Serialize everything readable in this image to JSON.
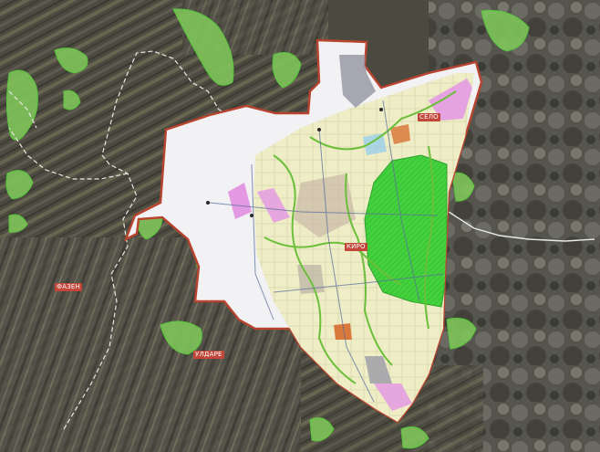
{
  "map": {
    "kind": "satellite-land-use-plan",
    "colors": {
      "satellite_base": "#4a4a40",
      "satellite_field_dark": "#3b3a33",
      "satellite_field_light": "#6d6a5c",
      "vegetation": "#7fc45a",
      "vegetation_outline": "#56d23a",
      "plan_boundary": "#b8432e",
      "plan_fill_white": "#f2f1f3",
      "plan_fill_yellow": "#efeec2",
      "green_park_zone": "#3ed13a",
      "pink_zone": "#e49ae3",
      "gray_zone": "#9a9aa6",
      "orange_zone": "#d97a3c",
      "admin_boundary_line": "#e9e9e6",
      "label_background": "#c2473a"
    },
    "labels": [
      {
        "id": "town-label-center",
        "text": "КИРО"
      },
      {
        "id": "village-label-west",
        "text": "ФАЗЕН"
      },
      {
        "id": "village-label-south",
        "text": "УЛДАРЕ"
      },
      {
        "id": "settlement-label-north",
        "text": "СЕЛО"
      }
    ]
  }
}
